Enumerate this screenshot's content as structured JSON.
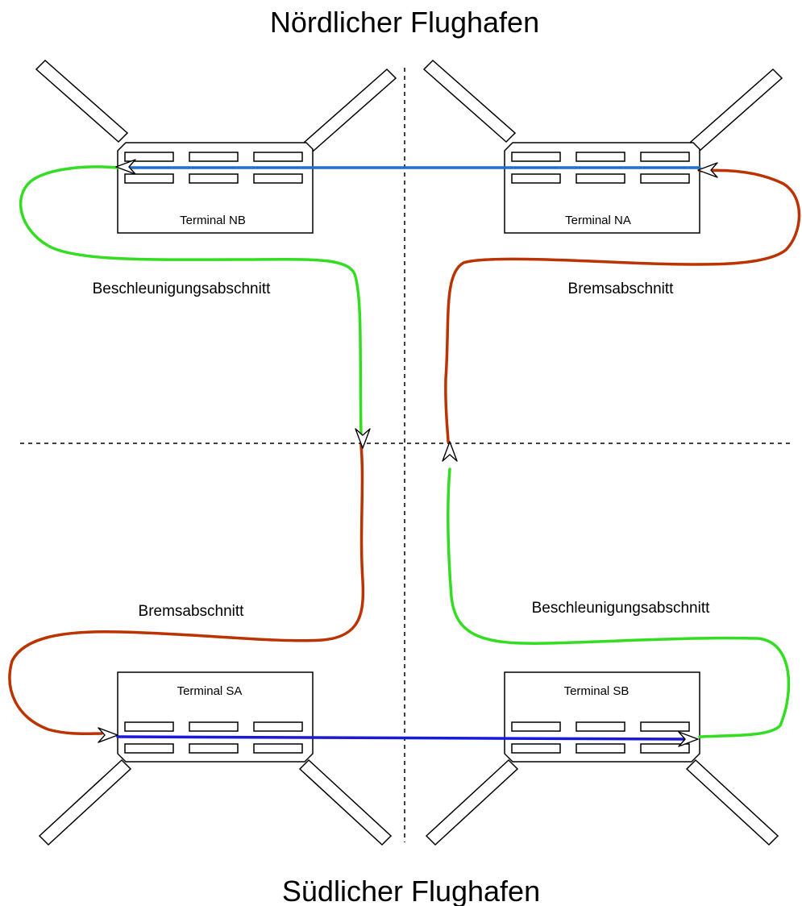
{
  "titles": {
    "north": "Nördlicher Flughafen",
    "south": "Südlicher Flughafen"
  },
  "terminals": {
    "nb": "Terminal NB",
    "na": "Terminal NA",
    "sa": "Terminal SA",
    "sb": "Terminal SB"
  },
  "sections": {
    "nw": "Beschleunigungsabschnitt",
    "ne": "Bremsabschnitt",
    "sw": "Bremsabschnitt",
    "se": "Beschleunigungsabschnitt"
  },
  "colors": {
    "acceleration": "#33dd22",
    "braking": "#bb3300",
    "north_link": "#1f6fc9",
    "south_link": "#1a1ad9"
  }
}
